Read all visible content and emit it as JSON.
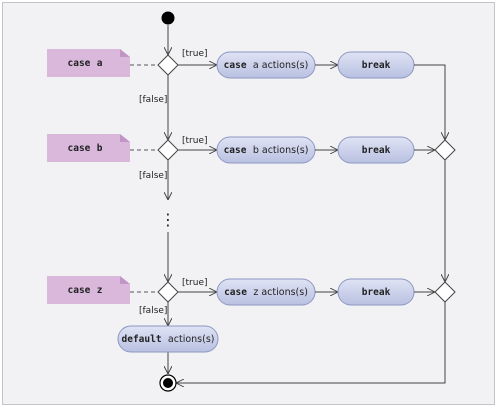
{
  "nodes": {
    "note_a": {
      "keyword": "case",
      "var": "a"
    },
    "note_b": {
      "keyword": "case",
      "var": "b"
    },
    "note_z": {
      "keyword": "case",
      "var": "z"
    },
    "action_a": {
      "keyword": "case",
      "rest": "a actions(s)"
    },
    "action_b": {
      "keyword": "case",
      "rest": "b actions(s)"
    },
    "action_z": {
      "keyword": "case",
      "rest": "z actions(s)"
    },
    "break_a": {
      "keyword": "break"
    },
    "break_b": {
      "keyword": "break"
    },
    "break_z": {
      "keyword": "break"
    },
    "default_action": {
      "keyword": "default",
      "rest": "actions(s)"
    },
    "ellipsis": "⋮"
  },
  "guards": {
    "true_a": "[true]",
    "false_a": "[false]",
    "true_b": "[true]",
    "false_b": "[false]",
    "true_z": "[true]",
    "false_z": "[false]"
  },
  "colors": {
    "note_fill": "#d9b8dc",
    "note_corner": "#c196c6",
    "action_fill": "#c9d0ea",
    "action_stroke": "#8d97c2",
    "node_black": "#000000"
  }
}
